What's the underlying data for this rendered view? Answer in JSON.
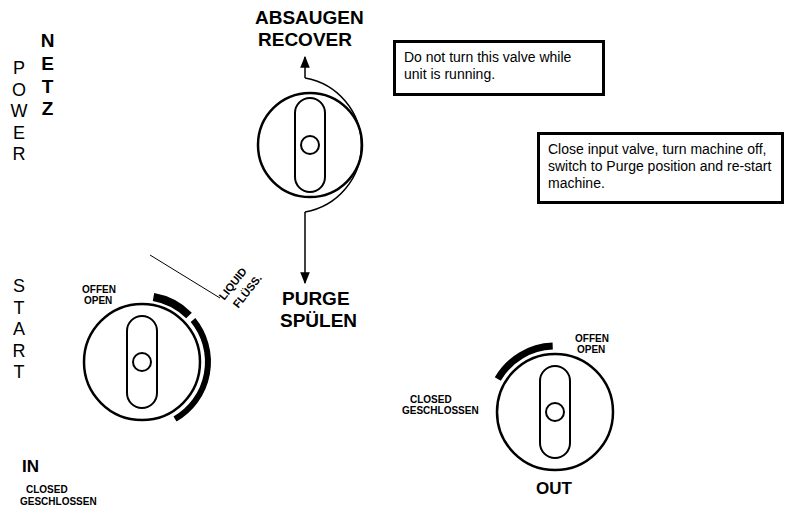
{
  "diagram": {
    "nodes": [
      {
        "text": [
          "Do not turn this valve while unit is running."
        ]
      },
      {
        "text": [
          "Close input valve, turn machine off, switch to Purge position and re-start machine."
        ]
      }
    ],
    "labels": [
      "ABSAUGEN",
      "RECOVER",
      "POWER",
      "NETZ",
      "START",
      "OFFEN",
      "OPEN",
      "LIQUID",
      "FLÜSS.",
      "IN",
      "CLOSED",
      "GESCHLOSSEN",
      "OFFEN",
      "OPEN",
      "CLOSED",
      "GESCHLOSSEN",
      "OUT",
      "PURGE",
      "SPÜLEN"
    ]
  }
}
